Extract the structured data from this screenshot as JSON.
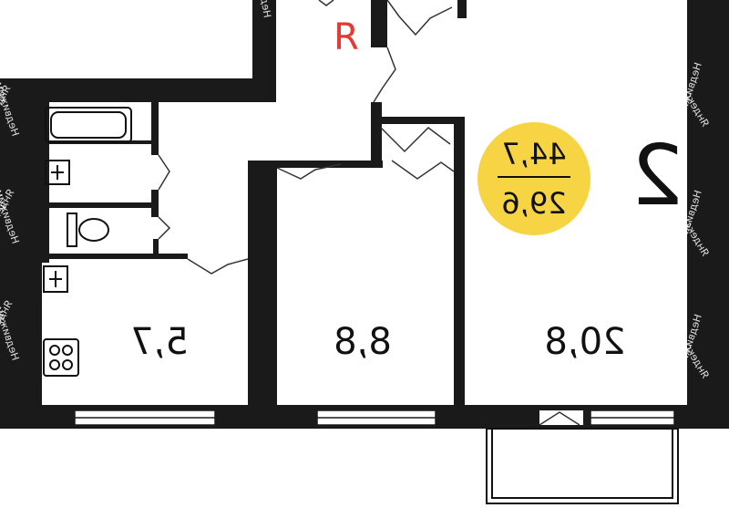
{
  "plan": {
    "room_count": "2",
    "area_total": "44,7",
    "area_living": "29,6",
    "rooms": [
      {
        "name": "kitchen",
        "area": "5,7"
      },
      {
        "name": "bedroom-small",
        "area": "8,8"
      },
      {
        "name": "living-room",
        "area": "20,8"
      }
    ],
    "entrance_marker": "R"
  },
  "watermarks": {
    "left": [
      "Яндекс",
      "Недвижимость",
      "Яндекс",
      "Недвижимость",
      "Яндекс",
      "Недвижимость"
    ],
    "right": [
      "Недвижимость",
      "Яндекс",
      "Недвижимость",
      "Яндекс",
      "Недвижимость",
      "Яндекс"
    ],
    "top": "Недвижимость"
  },
  "colors": {
    "wall": "#1a1a1a",
    "badge": "#f7d443",
    "marker": "#e53935",
    "background": "#ffffff"
  }
}
